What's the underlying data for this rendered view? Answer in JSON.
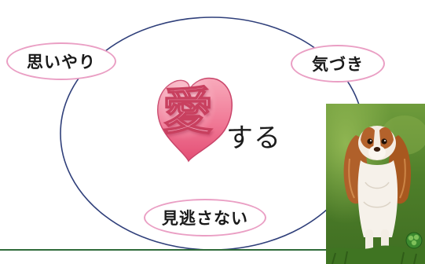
{
  "diagram": {
    "center": {
      "kanji": "愛",
      "suffix": "する"
    },
    "nodes": {
      "left": "思いやり",
      "right": "気づき",
      "bottom": "見逃さない"
    }
  },
  "colors": {
    "ring": "#2f3f7a",
    "pill_border": "#ea9fc4",
    "heart_fill": "#f27a95",
    "footer_line": "#2f6b3a"
  },
  "icons": {
    "heart": "heart-shape",
    "photo": "cavalier-king-charles-spaniel-photo",
    "logo": "green-clover-logo"
  }
}
